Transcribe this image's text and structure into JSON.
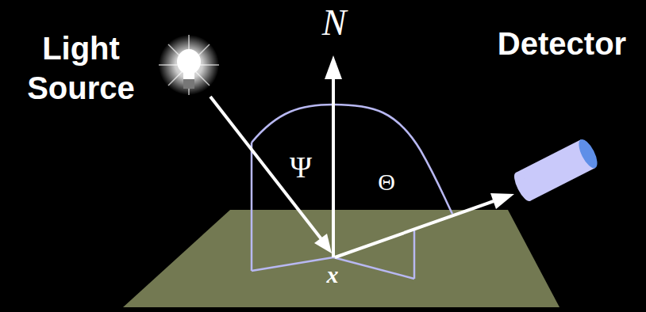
{
  "diagram": {
    "labels": [
      "Light Source",
      "N",
      "Detector",
      "Ψ",
      "Θ",
      "x"
    ]
  }
}
